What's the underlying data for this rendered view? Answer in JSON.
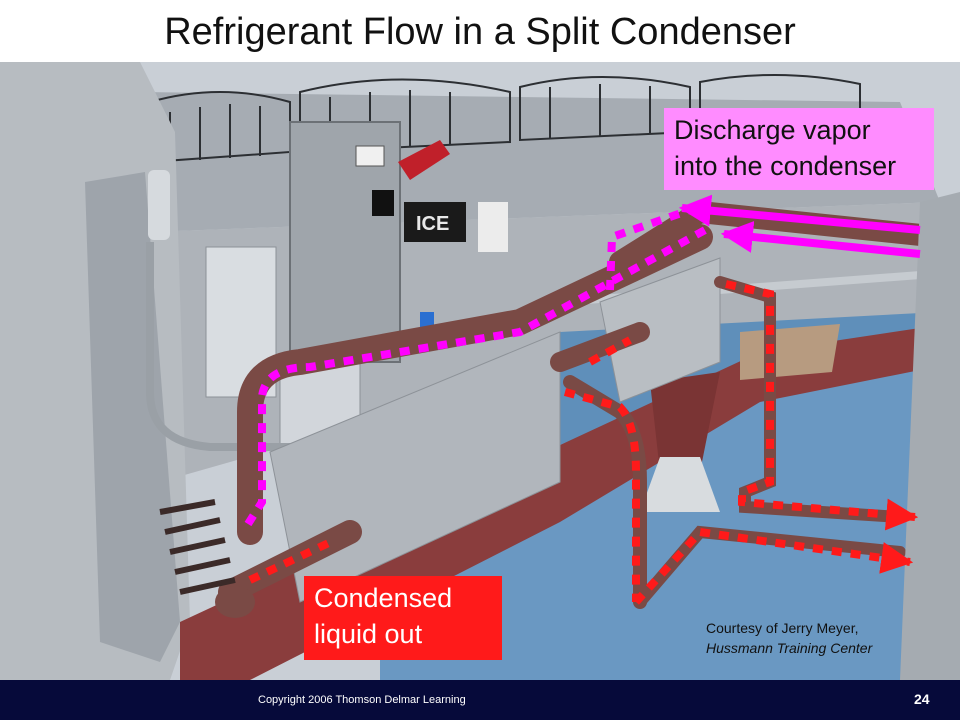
{
  "slide": {
    "title": "Refrigerant Flow in a Split Condenser",
    "callout_discharge": [
      "Discharge vapor",
      "into the condenser"
    ],
    "callout_liquid": [
      "Condensed",
      "liquid out"
    ],
    "credit": [
      "Courtesy of Jerry Meyer,",
      "Hussmann Training Center"
    ],
    "copyright": "Copyright 2006 Thomson Delmar Learning",
    "page_number": "24"
  },
  "photo": {
    "switch_box_label": "ICE",
    "colors": {
      "vapor_path": "#ff00ff",
      "liquid_path": "#ff1a1a",
      "roof": "#5f8fba",
      "beam": "#8a3d3d",
      "pipe": "#7a4a45",
      "housing": "#b7bcc1",
      "footer": "#060a3a"
    }
  }
}
